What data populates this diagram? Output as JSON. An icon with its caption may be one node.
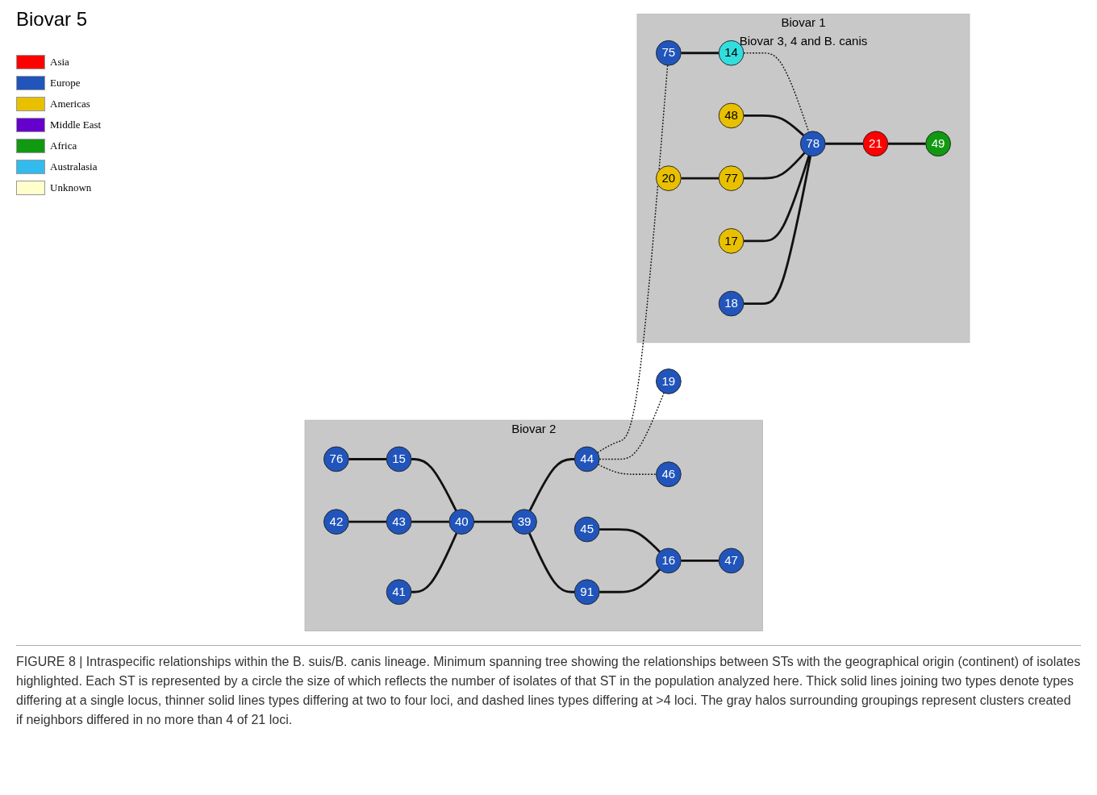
{
  "diagram": {
    "caption": "FIGURE 8 | Intraspecific relationships within the B. suis/B. canis lineage. Minimum spanning tree showing the relationships between STs with the geographical origin (continent) of isolates highlighted. Each ST is represented by a circle the size of which reflects the number of isolates of that ST in the population analyzed here. Thick solid lines joining two types denote types differing at a single locus, thinner solid lines types differing at two to four loci, and dashed lines types differing at >4 loci. The gray halos surrounding groupings represent clusters created if neighbors differed in no more than 4 of 21 loci.",
    "nodes": [
      {
        "text": [
          "Biovar 2"
        ]
      },
      {
        "text": [
          "76"
        ],
        "in": 0
      },
      {
        "text": [
          "15"
        ],
        "in": 0
      },
      {
        "text": [
          "42"
        ],
        "in": 0
      },
      {
        "text": [
          "43"
        ],
        "in": 0
      },
      {
        "text": [
          "40"
        ],
        "in": 0
      },
      {
        "text": [
          "41"
        ],
        "in": 0
      },
      {
        "text": [
          "39"
        ],
        "in": 0
      },
      {
        "text": [
          "91"
        ],
        "in": 0
      },
      {
        "text": [
          "45"
        ],
        "in": 0
      },
      {
        "text": [
          "16"
        ],
        "in": 0
      },
      {
        "text": [
          "47"
        ],
        "in": 0
      },
      {
        "text": [
          "44"
        ],
        "in": 0
      },
      {
        "text": [
          "46"
        ],
        "in": 0
      },
      {
        "text": [
          "19"
        ]
      },
      {
        "text": [
          "Biovar 1",
          "Biovar 3, 4 and B. canis"
        ]
      },
      {
        "text": [
          "75"
        ],
        "in": 15
      },
      {
        "text": [
          "14"
        ],
        "in": 15
      },
      {
        "text": [
          "48"
        ],
        "in": 15
      },
      {
        "text": [
          "20"
        ],
        "in": 15
      },
      {
        "text": [
          "77"
        ],
        "in": 15
      },
      {
        "text": [
          "78"
        ],
        "in": 15
      },
      {
        "text": [
          "17"
        ],
        "in": 15
      },
      {
        "text": [
          "18"
        ],
        "in": 15
      },
      {
        "text": [
          "21"
        ],
        "in": 15
      },
      {
        "text": [
          "49"
        ],
        "in": 15
      }
    ],
    "edges": [
      {
        "from": 1,
        "to": 2,
        "arrow": "none"
      },
      {
        "from": 2,
        "to": 5,
        "arrow": "none"
      },
      {
        "from": 3,
        "to": 4,
        "arrow": "none"
      },
      {
        "from": 4,
        "to": 5,
        "arrow": "none"
      },
      {
        "from": 6,
        "to": 5,
        "arrow": "none"
      },
      {
        "from": 5,
        "to": 7,
        "arrow": "none"
      },
      {
        "from": 7,
        "to": 8,
        "arrow": "none"
      },
      {
        "from": 8,
        "to": 10,
        "arrow": "none"
      },
      {
        "from": 9,
        "to": 10,
        "arrow": "none"
      },
      {
        "from": 10,
        "to": 11,
        "arrow": "none"
      },
      {
        "from": 7,
        "to": 12,
        "arrow": "none"
      },
      {
        "from": 12,
        "to": 13,
        "arrow": "none",
        "style": "dashed"
      },
      {
        "from": 12,
        "to": 14,
        "arrow": "none",
        "style": "dashed"
      },
      {
        "from": 12,
        "to": 16,
        "arrow": "none",
        "style": "dashed"
      },
      {
        "from": 16,
        "to": 17,
        "arrow": "none"
      },
      {
        "from": 17,
        "to": 21,
        "arrow": "none",
        "style": "dashed"
      },
      {
        "from": 18,
        "to": 21,
        "arrow": "none"
      },
      {
        "from": 19,
        "to": 20,
        "arrow": "none"
      },
      {
        "from": 20,
        "to": 21,
        "arrow": "none"
      },
      {
        "from": 22,
        "to": 21,
        "arrow": "none"
      },
      {
        "from": 23,
        "to": 21,
        "arrow": "none"
      },
      {
        "from": 21,
        "to": 24,
        "arrow": "none"
      },
      {
        "from": 24,
        "to": 25,
        "arrow": "none"
      }
    ],
    "labels": [
      "Biovar 5"
    ],
    "legend": [
      {
        "text": "Asia",
        "color": "#ff0000"
      },
      {
        "text": "Europe",
        "color": "#2255bb"
      },
      {
        "text": "Americas",
        "color": "#e8c000"
      },
      {
        "text": "Middle East",
        "color": "#6600cc"
      },
      {
        "text": "Africa",
        "color": "#119911"
      },
      {
        "text": "Australasia",
        "color": "#33bbee"
      },
      {
        "text": "Unknown",
        "color": "#ffffcc"
      }
    ]
  }
}
